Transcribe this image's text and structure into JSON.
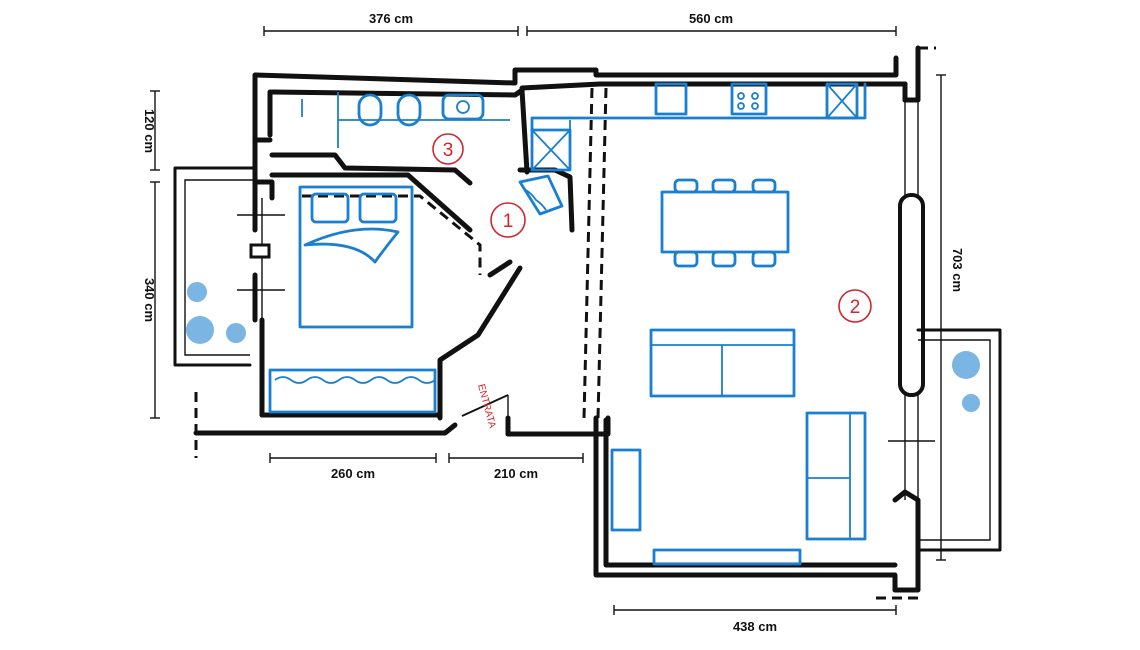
{
  "dimensions": {
    "top_left": "376 cm",
    "top_right": "560 cm",
    "left_upper": "120 cm",
    "left_lower": "340 cm",
    "bottom_left": "260 cm",
    "bottom_mid": "210 cm",
    "bottom_right": "438 cm",
    "right": "703 cm"
  },
  "rooms": {
    "entry": "1",
    "living": "2",
    "bathroom": "3"
  },
  "entrance_label": "ENTRATA",
  "colors": {
    "walls": "#111111",
    "furniture": "#1a7fd0",
    "labels": "#d0262c"
  }
}
